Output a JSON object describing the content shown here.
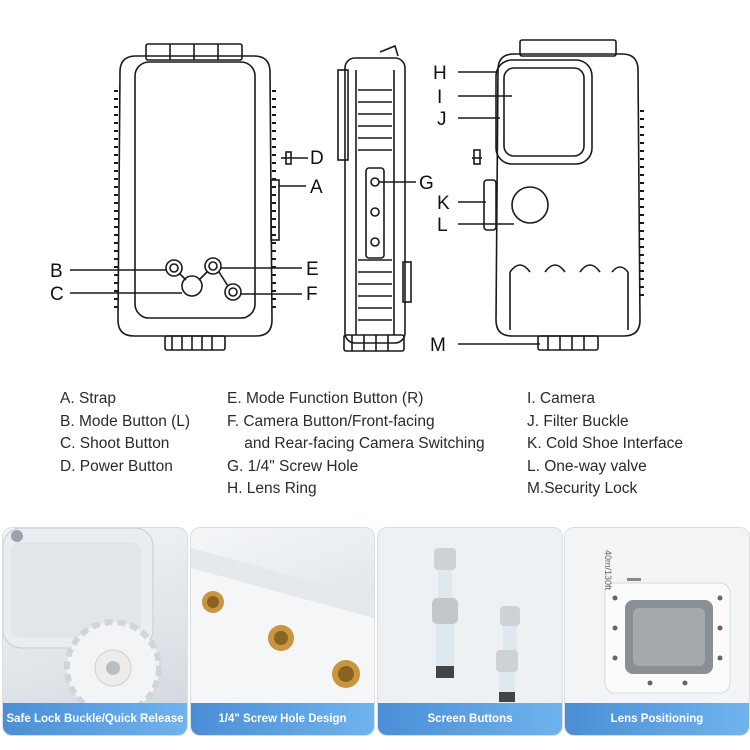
{
  "callouts": {
    "a": "A",
    "b": "B",
    "c": "C",
    "d": "D",
    "e": "E",
    "f": "F",
    "g": "G",
    "h": "H",
    "i": "I",
    "j": "J",
    "k": "K",
    "l": "L",
    "m": "M"
  },
  "legend": {
    "col1": [
      "A. Strap",
      "B. Mode Button (L)",
      "C. Shoot Button",
      "D. Power Button"
    ],
    "col2": [
      "E. Mode Function Button (R)",
      "F. Camera Button/Front-facing",
      "    and Rear-facing Camera Switching",
      "G. 1/4\" Screw Hole",
      "H. Lens Ring"
    ],
    "col3": [
      "I. Camera",
      "J. Filter Buckle",
      "K. Cold Shoe Interface",
      "L.  One-way valve",
      "M.Security Lock"
    ]
  },
  "photos": [
    {
      "caption": "Safe Lock Buckle/Quick Release"
    },
    {
      "caption": "1/4\"  Screw Hole Design"
    },
    {
      "caption": "Screen Buttons"
    },
    {
      "caption": "Lens Positioning",
      "engraving": "40m/130ft"
    }
  ],
  "colors": {
    "caption_start": "#4a8fd6",
    "caption_end": "#6fb3ee",
    "line": "#1a1a1a",
    "brass": "#c8963e"
  }
}
